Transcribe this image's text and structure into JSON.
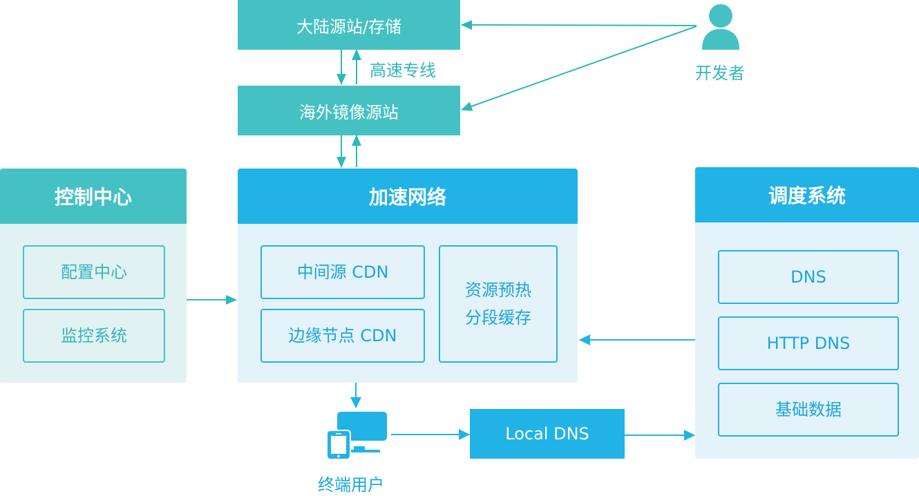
{
  "diagram": {
    "colors": {
      "teal": "#45c1c4",
      "blue": "#22b3e6",
      "teal_panel_bg": "#e2f2f3",
      "blue_panel_bg": "#e4f2f9"
    },
    "origin_storage": {
      "label": "大陆源站/存储"
    },
    "mirror_origin": {
      "label": "海外镜像源站"
    },
    "dedicated_line_label": "高速专线",
    "developer": {
      "label": "开发者",
      "icon": "person-icon"
    },
    "control_center": {
      "title": "控制中心",
      "items": [
        {
          "label": "配置中心"
        },
        {
          "label": "监控系统"
        }
      ]
    },
    "acceleration_network": {
      "title": "加速网络",
      "items": [
        {
          "label": "中间源 CDN"
        },
        {
          "label": "边缘节点 CDN"
        }
      ],
      "side_item": {
        "line1": "资源预热",
        "line2": "分段缓存"
      }
    },
    "scheduling_system": {
      "title": "调度系统",
      "items": [
        {
          "label": "DNS"
        },
        {
          "label": "HTTP DNS"
        },
        {
          "label": "基础数据"
        }
      ]
    },
    "end_user": {
      "label": "终端用户",
      "icon": "devices-icon"
    },
    "local_dns": {
      "label": "Local DNS"
    }
  }
}
